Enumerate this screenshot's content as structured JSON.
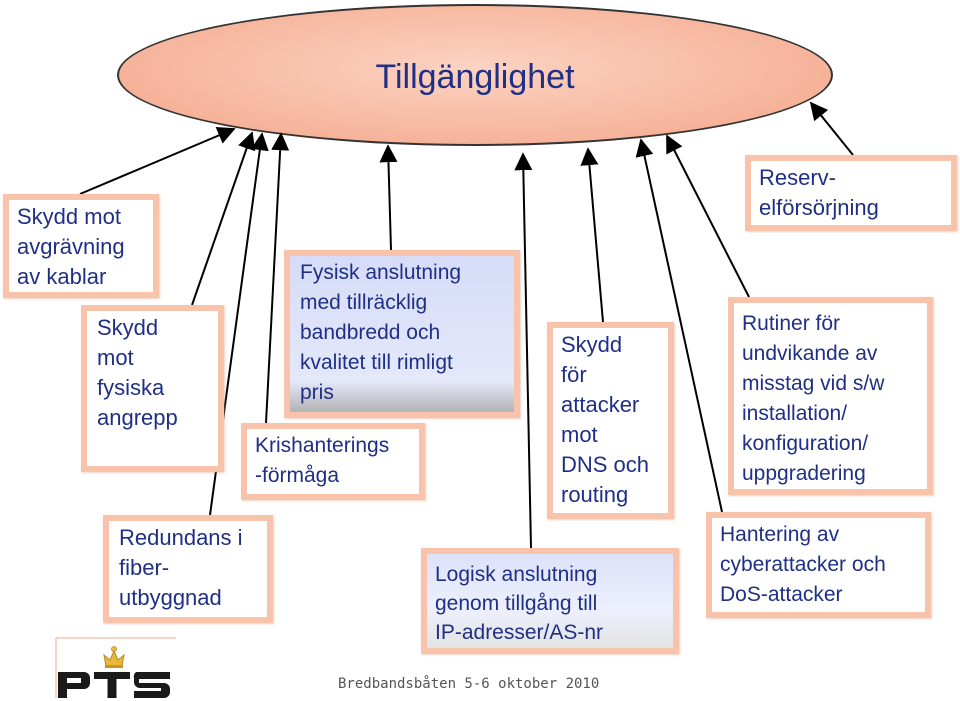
{
  "title": "Tillgänglighet",
  "boxes": {
    "avgravning": "Skydd mot\n avgrävning\nav kablar",
    "fysiska": "Skydd\nmot\nfysiska\nangrepp",
    "redundans": "Redundans i\nfiber-\nutbyggnad",
    "fysisk_anslutning": "Fysisk anslutning\nmed tillräcklig\nbandbredd och\nkvalitet till rimligt\npris",
    "krishantering": "Krishanterings\n-förmåga",
    "skydd_dns": "Skydd\nför\nattacker\nmot\nDNS och\nrouting",
    "logisk": "Logisk anslutning\ngenom  tillgång till\nIP-adresser/AS-nr",
    "reserv": "Reserv-\nelförsörjning",
    "rutiner": "Rutiner för\nundvikande av\nmisstag vid s/w\ninstallation/\nkonfiguration/\nuppgradering",
    "hantering": "Hantering av\ncyberattacker och\nDoS-attacker"
  },
  "footer": "Bredbandsbåten 5-6 oktober 2010",
  "logo": {
    "text": "PTS",
    "icon": "crown-icon"
  },
  "colors": {
    "text": "#1f2f86",
    "box_border": "#f8c2ab",
    "ellipse_fill": "#f6b39a",
    "arrow": "#000000"
  }
}
